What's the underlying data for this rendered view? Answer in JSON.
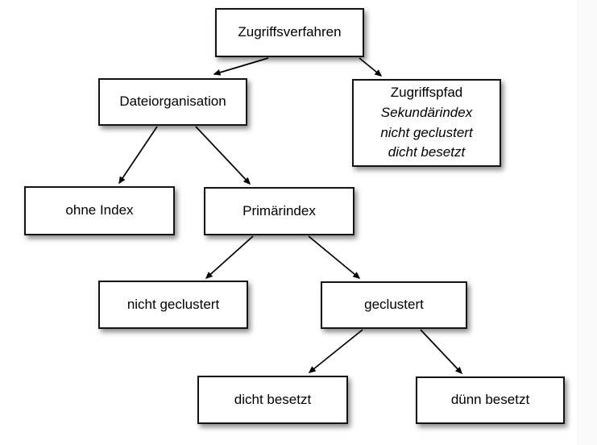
{
  "diagram": {
    "type": "tree",
    "language": "de",
    "background_color": "#ffffff",
    "right_band_color": "#f9f9f9",
    "box_fill": "#ffffff",
    "box_border_color": "#141414",
    "arrow_color": "#000000"
  },
  "nodes": {
    "zugriffsverfahren": {
      "label": "Zugriffsverfahren"
    },
    "dateiorganisation": {
      "label": "Dateiorganisation"
    },
    "zugriffspfad": {
      "line1": "Zugriffspfad",
      "line2": "Sekundärindex",
      "line3": "nicht geclustert",
      "line4": "dicht besetzt"
    },
    "ohne_index": {
      "label": "ohne Index"
    },
    "primaerindex": {
      "label": "Primärindex"
    },
    "nicht_geclustert": {
      "label": "nicht geclustert"
    },
    "geclustert": {
      "label": "geclustert"
    },
    "dicht_besetzt": {
      "label": "dicht besetzt"
    },
    "duenn_besetzt": {
      "label": "dünn besetzt"
    }
  },
  "edges": [
    {
      "from": "zugriffsverfahren",
      "to": "dateiorganisation"
    },
    {
      "from": "zugriffsverfahren",
      "to": "zugriffspfad"
    },
    {
      "from": "dateiorganisation",
      "to": "ohne_index"
    },
    {
      "from": "dateiorganisation",
      "to": "primaerindex"
    },
    {
      "from": "primaerindex",
      "to": "nicht_geclustert"
    },
    {
      "from": "primaerindex",
      "to": "geclustert"
    },
    {
      "from": "geclustert",
      "to": "dicht_besetzt"
    },
    {
      "from": "geclustert",
      "to": "duenn_besetzt"
    }
  ]
}
